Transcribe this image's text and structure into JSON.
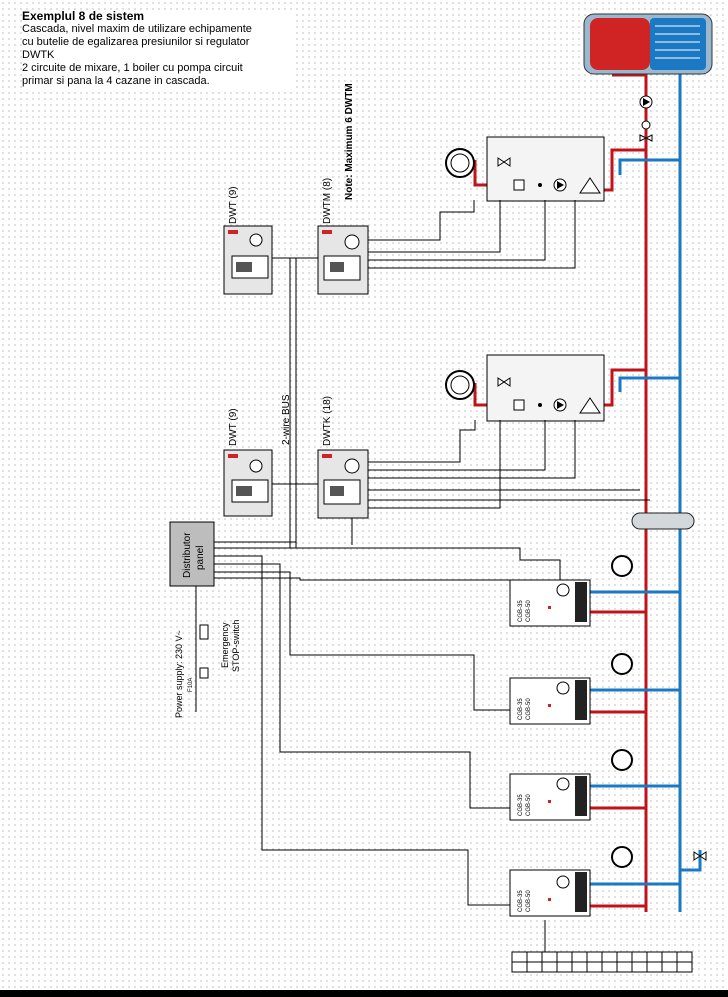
{
  "header": {
    "title": "Exemplul 8 de sistem",
    "line1": "Cascada, nivel maxim de utilizare echipamente",
    "line2": "cu butelie de egalizarea presiunilor si regulator",
    "line3": "DWTK",
    "line4": "2 circuite de mixare, 1 boiler cu pompa circuit",
    "line5": "primar si pana la 4 cazane in cascada."
  },
  "labels": {
    "dwt_top": "DWT (9)",
    "dwtm": "DWTM (8)",
    "note": "Note: Maximum 6 DWTM",
    "dwt_bottom": "DWT (9)",
    "bus": "2-wire BUS",
    "dwtk": "DWTK (18)",
    "distributor": "Distributor",
    "distributor2": "panel",
    "power": "Power supply: 230 V~",
    "fuse": "F10A",
    "emergency": "Emergency",
    "stop": "STOP-switch",
    "boiler1_a": "CGB-35",
    "boiler1_b": "CGB-50",
    "boiler2_a": "CGB-35",
    "boiler2_b": "CGB-50",
    "boiler3_a": "CGB-35",
    "boiler3_b": "CGB-50",
    "boiler4_a": "CGB-35",
    "boiler4_b": "CGB-50"
  },
  "colors": {
    "flow": "#c0141c",
    "return": "#1b79c4",
    "wire": "#000000"
  }
}
